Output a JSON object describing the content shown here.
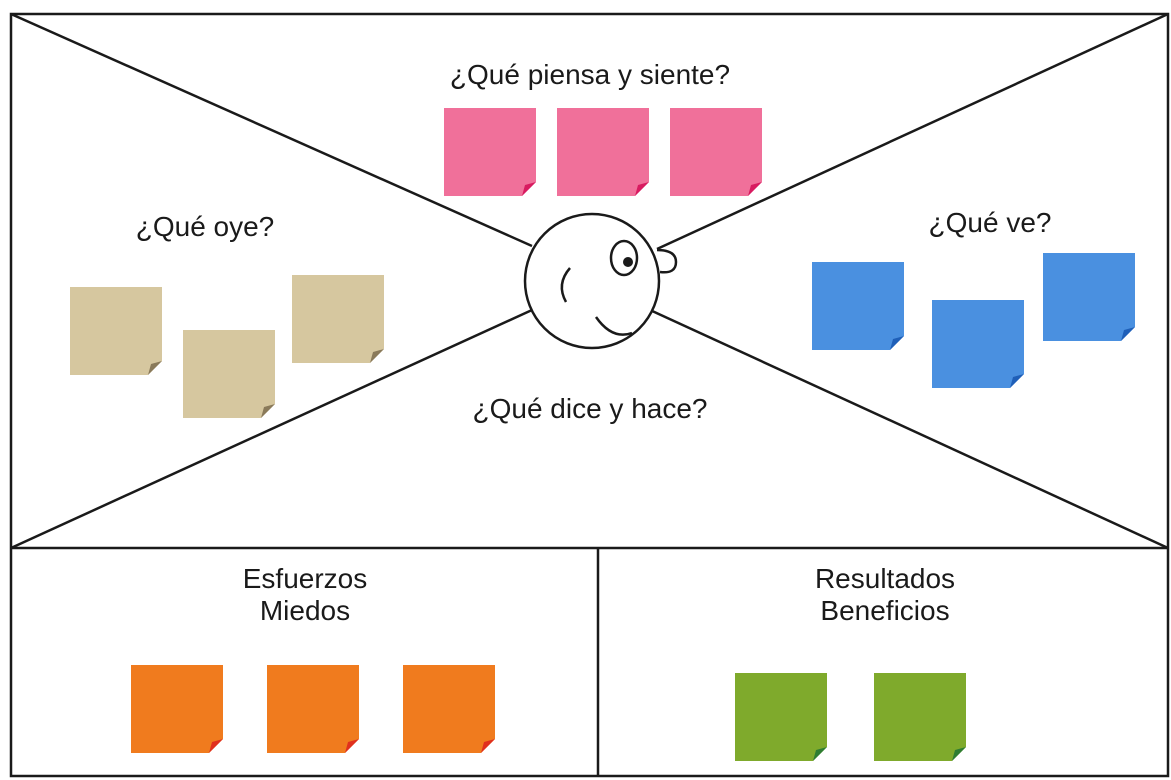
{
  "sections": {
    "piensa_siente": {
      "label": "¿Qué piensa y siente?",
      "color": "#f0709a",
      "note_count": 3,
      "fold_color": "#d81b60"
    },
    "oye": {
      "label": "¿Qué oye?",
      "color": "#d6c79f",
      "note_count": 3,
      "fold_color": "#8a7a5a"
    },
    "ve": {
      "label": "¿Qué ve?",
      "color": "#4a90e0",
      "note_count": 3,
      "fold_color": "#1f5fb8"
    },
    "dice_hace": {
      "label": "¿Qué dice y hace?"
    },
    "esfuerzos": {
      "line1": "Esfuerzos",
      "line2": "Miedos",
      "color": "#f07b1e",
      "note_count": 3,
      "fold_color": "#e0301e"
    },
    "resultados": {
      "line1": "Resultados",
      "line2": "Beneficios",
      "color": "#7faa2c",
      "note_count": 2,
      "fold_color": "#2e7d32"
    }
  },
  "center_icon": "face-icon"
}
